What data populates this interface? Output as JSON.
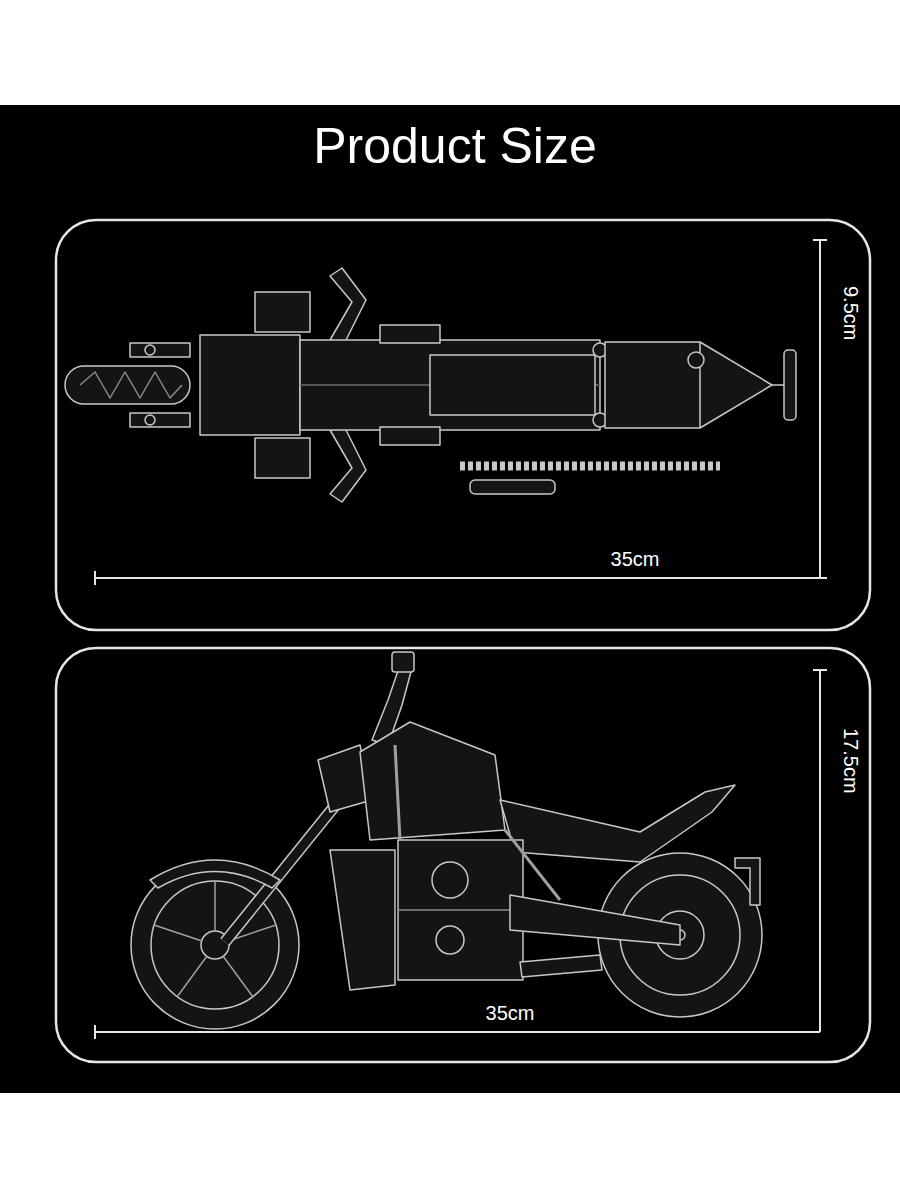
{
  "diagram": {
    "title": "Product Size",
    "labels": [
      "9.5cm",
      "35cm",
      "17.5cm",
      "35cm"
    ]
  }
}
